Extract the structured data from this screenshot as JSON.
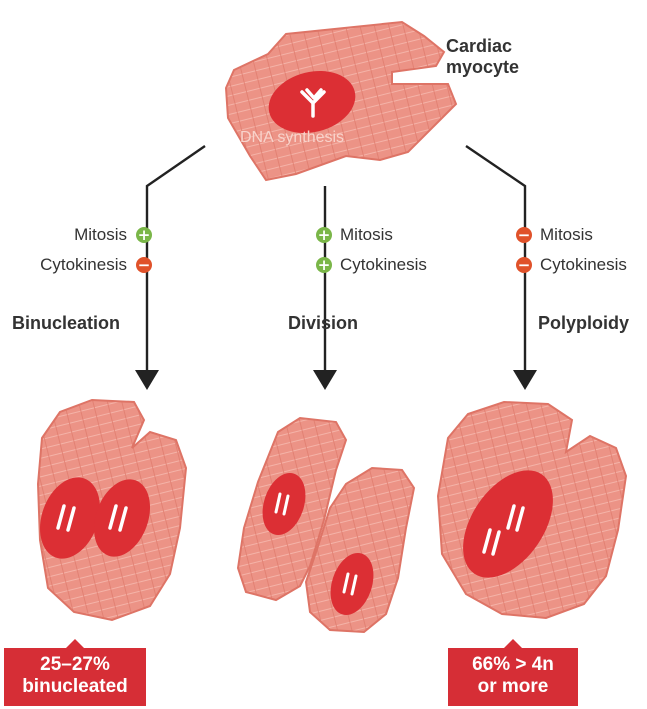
{
  "header": {
    "title_line1": "Cardiac",
    "title_line2": "myocyte"
  },
  "top_cell": {
    "label": "DNA synthesis"
  },
  "branches": {
    "left": {
      "mitosis": "Mitosis",
      "cytokinesis": "Cytokinesis",
      "outcome": "Binucleation"
    },
    "middle": {
      "mitosis": "Mitosis",
      "cytokinesis": "Cytokinesis",
      "outcome": "Division"
    },
    "right": {
      "mitosis": "Mitosis",
      "cytokinesis": "Cytokinesis",
      "outcome": "Polyploidy"
    }
  },
  "callouts": {
    "left_line1": "25–27%",
    "left_line2": "binucleated",
    "right_line1": "66% > 4n",
    "right_line2": "or more"
  },
  "colors": {
    "cell_fill": "#ec9386",
    "cell_stroke": "#de7466",
    "nucleus": "#dc2f34",
    "plus": "#7ab648",
    "minus": "#e0522a",
    "callout": "#d62e36",
    "arrow": "#222222"
  }
}
